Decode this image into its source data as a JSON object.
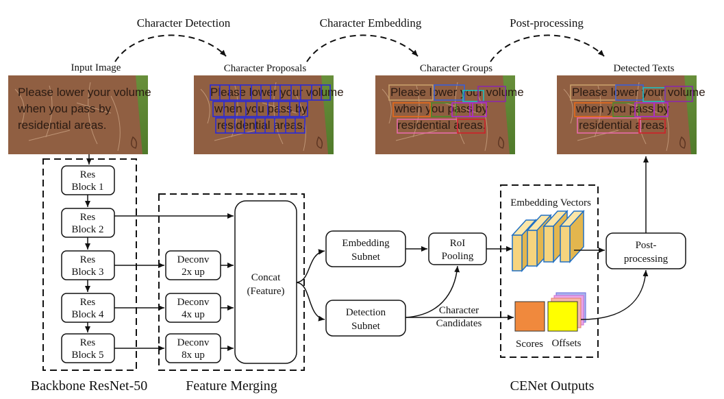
{
  "stages": {
    "detection": "Character Detection",
    "embedding": "Character Embedding",
    "postprocessing": "Post-processing"
  },
  "images": {
    "input": "Input Image",
    "proposals": "Character Proposals",
    "groups": "Character Groups",
    "detected": "Detected Texts"
  },
  "sign_text": {
    "line1": "Please lower your volume",
    "line2": "when you pass by",
    "line3": "residential areas."
  },
  "backbone": {
    "label": "Backbone ResNet-50",
    "blocks": [
      {
        "line1": "Res",
        "line2": "Block 1"
      },
      {
        "line1": "Res",
        "line2": "Block 2"
      },
      {
        "line1": "Res",
        "line2": "Block 3"
      },
      {
        "line1": "Res",
        "line2": "Block 4"
      },
      {
        "line1": "Res",
        "line2": "Block 5"
      }
    ]
  },
  "merging": {
    "label": "Feature Merging",
    "deconvs": [
      {
        "line1": "Deconv",
        "line2": "2x up"
      },
      {
        "line1": "Deconv",
        "line2": "4x up"
      },
      {
        "line1": "Deconv",
        "line2": "8x up"
      }
    ],
    "concat_line1": "Concat",
    "concat_line2": "(Feature)"
  },
  "subnets": {
    "embedding_line1": "Embedding",
    "embedding_line2": "Subnet",
    "detection_line1": "Detection",
    "detection_line2": "Subnet",
    "roi_line1": "RoI",
    "roi_line2": "Pooling",
    "candidates_line1": "Character",
    "candidates_line2": "Candidates"
  },
  "outputs": {
    "label": "CENet Outputs",
    "embedding_vectors": "Embedding Vectors",
    "scores": "Scores",
    "offsets": "Offsets",
    "post_line1": "Post-",
    "post_line2": "processing"
  },
  "colors": {
    "scores": "#f0893d",
    "offsets": "#ffff00",
    "cube": "#f6d47e",
    "cube_edge": "#1f6fc4",
    "proposal_box": "#2a2ad8",
    "sign_bg": "#8a5a3e"
  }
}
